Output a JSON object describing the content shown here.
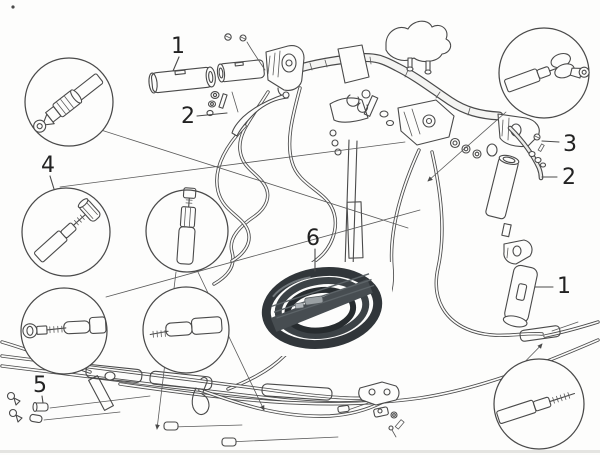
{
  "diagram": {
    "kind": "exploded-parts-line-drawing",
    "background_color": "#fdfdfc",
    "ink_color": "#4a4a4a",
    "photo_cable_dark": "#2e3336",
    "photo_cable_mid": "#454b4f",
    "photo_fitting_gray": "#9aa0a3"
  },
  "callouts": [
    {
      "label": "1",
      "target": "left-handlebar-grip"
    },
    {
      "label": "2",
      "target": "left-brake-lever"
    },
    {
      "label": "4",
      "target": "inset-cable-barrel-nipple"
    },
    {
      "label": "6",
      "target": "cable-kit-photo"
    },
    {
      "label": "3",
      "target": "right-lever-screw"
    },
    {
      "label": "2",
      "target": "right-brake-lever"
    },
    {
      "label": "1",
      "target": "right-handlebar-grip"
    },
    {
      "label": "5",
      "target": "cable-end-fittings"
    }
  ],
  "insets": [
    {
      "name": "cable-adjuster-and-round-nipple"
    },
    {
      "name": "cable-barrel-nipple"
    },
    {
      "name": "cable-threaded-adjuster"
    },
    {
      "name": "cable-trunnion-end"
    },
    {
      "name": "cable-mushroom-nipple"
    },
    {
      "name": "cable-ferrule-sleeve"
    },
    {
      "name": "cable-threaded-tip"
    }
  ]
}
